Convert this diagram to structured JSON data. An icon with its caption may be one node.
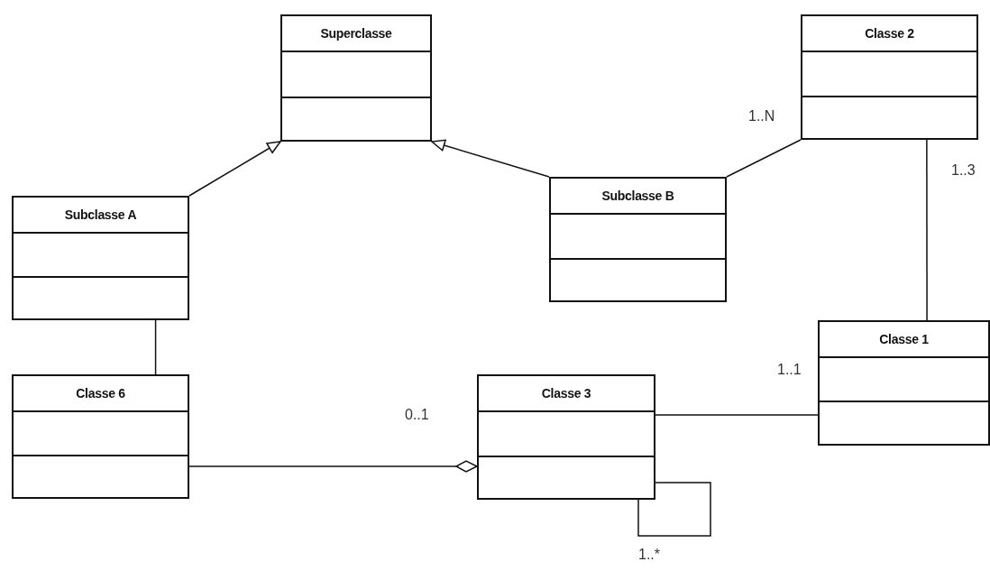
{
  "diagram": {
    "nodes": [
      {
        "text": [
          "Superclasse"
        ]
      },
      {
        "text": [
          "Classe 2"
        ]
      },
      {
        "text": [
          "Subclasse A"
        ]
      },
      {
        "text": [
          "Subclasse B"
        ]
      },
      {
        "text": [
          "Classe 1"
        ]
      },
      {
        "text": [
          "Classe 6"
        ]
      },
      {
        "text": [
          "Classe 3"
        ]
      }
    ],
    "edges": [
      {
        "from": 2,
        "to": 0,
        "arrow": "to"
      },
      {
        "from": 3,
        "to": 0,
        "arrow": "to"
      },
      {
        "from": 3,
        "to": 1,
        "arrow": "none"
      },
      {
        "from": 1,
        "to": 4,
        "arrow": "none"
      },
      {
        "from": 2,
        "to": 5,
        "arrow": "none"
      },
      {
        "from": 5,
        "to": 6,
        "arrow": "other"
      },
      {
        "from": 6,
        "to": 4,
        "arrow": "none"
      },
      {
        "from": 6,
        "to": 6,
        "arrow": "none"
      }
    ],
    "labels": [
      "1..N",
      "1..3",
      "1..1",
      "0..1",
      "1..*"
    ]
  }
}
